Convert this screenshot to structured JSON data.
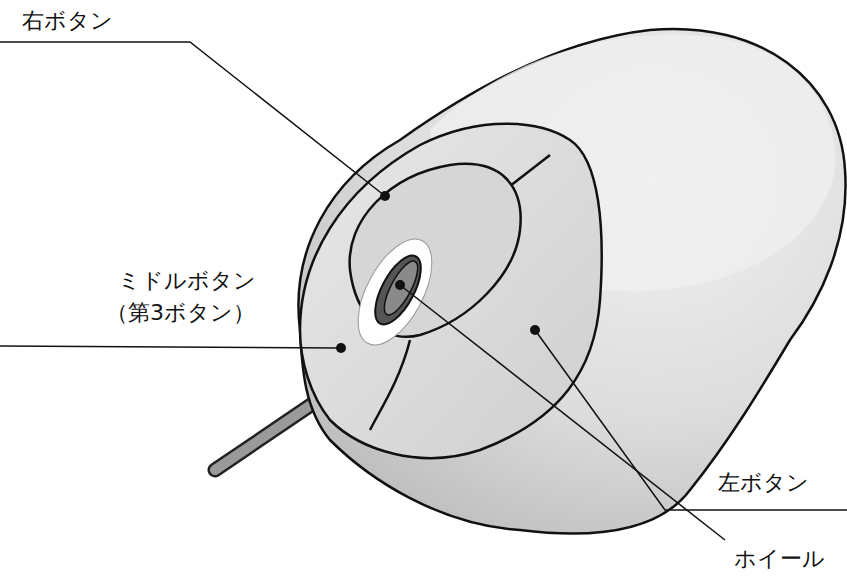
{
  "diagram": {
    "labels": [
      "右ボタン",
      "ミドルボタン",
      "（第3ボタン）",
      "左ボタン",
      "ホイール"
    ]
  }
}
